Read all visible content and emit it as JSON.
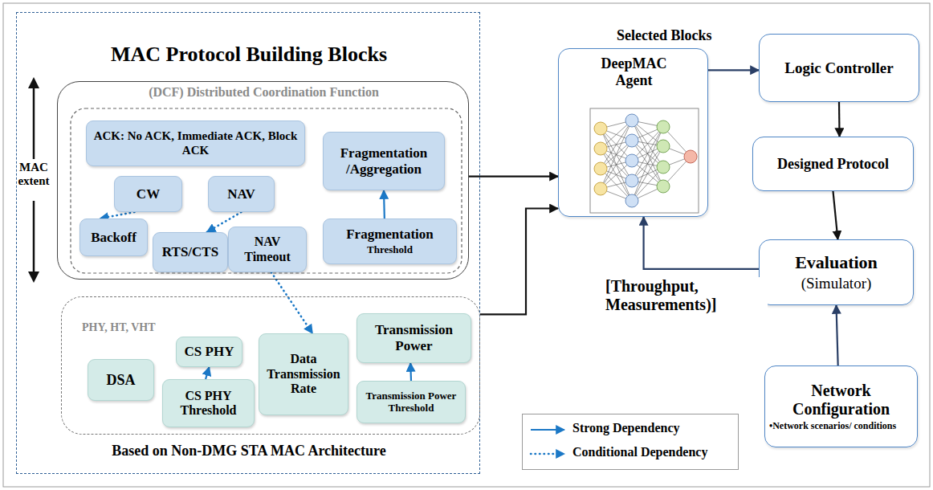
{
  "diagram": {
    "nodes": [
      {
        "text": [
          "MAC Protocol Building Blocks",
          "Based on Non-DMG STA MAC Architecture"
        ]
      },
      {
        "text": [
          "(DCF) Distributed Coordination Function"
        ],
        "in": 0
      },
      {
        "text": [
          "ACK: No ACK, Immediate ACK, Block ACK"
        ],
        "in": 1
      },
      {
        "text": [
          "CW"
        ],
        "in": 1
      },
      {
        "text": [
          "NAV"
        ],
        "in": 1
      },
      {
        "text": [
          "Fragmentation /Aggregation"
        ],
        "in": 1
      },
      {
        "text": [
          "Backoff"
        ],
        "in": 1
      },
      {
        "text": [
          "RTS/CTS"
        ],
        "in": 1
      },
      {
        "text": [
          "NAV Timeout"
        ],
        "in": 1
      },
      {
        "text": [
          "Fragmentation",
          "Threshold"
        ],
        "in": 1
      },
      {
        "text": [
          "PHY, HT, VHT"
        ],
        "in": 0
      },
      {
        "text": [
          "CS PHY"
        ],
        "in": 10
      },
      {
        "text": [
          "Data Transmission Rate"
        ],
        "in": 10
      },
      {
        "text": [
          "Transmission Power"
        ],
        "in": 10
      },
      {
        "text": [
          "DSA"
        ],
        "in": 10
      },
      {
        "text": [
          "CS PHY Threshold"
        ],
        "in": 10
      },
      {
        "text": [
          "Transmission Power Threshold"
        ],
        "in": 10
      },
      {
        "text": [
          "DeepMAC Agent"
        ]
      },
      {
        "text": [
          "Logic Controller"
        ]
      },
      {
        "text": [
          "Designed Protocol"
        ]
      },
      {
        "text": [
          "Evaluation",
          "(Simulator)"
        ]
      },
      {
        "text": [
          "Network Configuration",
          "•Network scenarios/ conditions"
        ]
      }
    ],
    "edges": [
      {
        "from": 3,
        "to": 6,
        "arrow": "to"
      },
      {
        "from": 4,
        "to": 7,
        "arrow": "to"
      },
      {
        "from": 9,
        "to": 5,
        "arrow": "to"
      },
      {
        "from": 8,
        "to": 12,
        "arrow": "to"
      },
      {
        "from": 15,
        "to": 11,
        "arrow": "to"
      },
      {
        "from": 16,
        "to": 13,
        "arrow": "to"
      },
      {
        "from": 1,
        "to": 17,
        "arrow": "to"
      },
      {
        "from": 10,
        "to": 17,
        "arrow": "to"
      },
      {
        "from": 17,
        "to": 18,
        "arrow": "to"
      },
      {
        "from": 18,
        "to": 19,
        "arrow": "to"
      },
      {
        "from": 19,
        "to": 20,
        "arrow": "to"
      },
      {
        "from": 21,
        "to": 20,
        "arrow": "to"
      },
      {
        "from": 20,
        "to": 17,
        "label": "[Throughput, Measurements)]",
        "arrow": "to"
      }
    ],
    "labels": [
      "MAC extent",
      "Selected Blocks"
    ],
    "legend": [
      {
        "text": "Strong Dependency"
      },
      {
        "text": "Conditional Dependency"
      }
    ]
  }
}
